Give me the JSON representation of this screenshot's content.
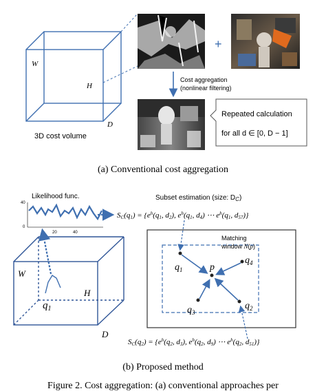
{
  "panel_a": {
    "volume_label": "3D cost volume",
    "axis_W": "W",
    "axis_H": "H",
    "axis_D": "D",
    "plus_sign": "+",
    "aggregation_line1": "Cost aggregation",
    "aggregation_line2": "(nonlinear filtering)",
    "repeat_line1": "Repeated calculation",
    "repeat_line2": "for all d ∈ [0, D − 1]",
    "caption": "(a) Conventional cost aggregation"
  },
  "panel_b": {
    "likelihood_label": "Likelihood func.",
    "plot_ticks_y": [
      "40",
      "0"
    ],
    "plot_ticks_x": [
      "20",
      "40"
    ],
    "subset_label": "Subset estimation (size: D",
    "subset_sub": "C",
    "subset_close": ")",
    "sc_q1": "S_C(q_1) = {e^h(q_1, d_2), e^h(q_1, d_4) ⋯ e^h(q_1, d_57)}",
    "sc_q2": "S_C(q_2) = {e^h(q_2, d_3), e^h(q_2, d_9) ⋯ e^h(q_2, d_51)}",
    "axis_W": "W",
    "axis_H": "H",
    "axis_D": "D",
    "q1_left": "q",
    "q1_left_sub": "1",
    "window_line1": "Matching",
    "window_line2": "window N(p)",
    "p_label": "p",
    "q1": "q",
    "q1_sub": "1",
    "q2": "q",
    "q2_sub": "2",
    "q3": "q",
    "q3_sub": "3",
    "q4": "q",
    "q4_sub": "4",
    "caption": "(b) Proposed method"
  },
  "figure_caption": "Figure 2. Cost aggregation: (a) conventional approaches per",
  "colors": {
    "accent_blue": "#3f6fb0",
    "box_blue": "#2f5597",
    "text": "#111111"
  }
}
